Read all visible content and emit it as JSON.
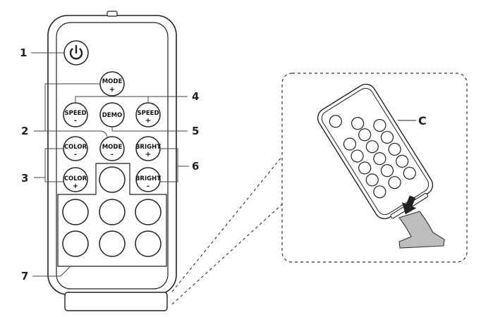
{
  "callouts": {
    "n1": "1",
    "n2": "2",
    "n3": "3",
    "n4": "4",
    "n5": "5",
    "n6": "6",
    "n7": "7",
    "c": "C"
  },
  "buttons": {
    "mode_plus": {
      "label": "MODE",
      "sign": "+"
    },
    "speed_minus": {
      "label": "SPEED",
      "sign": "-"
    },
    "demo": {
      "label": "DEMO",
      "sign": ""
    },
    "speed_plus": {
      "label": "SPEED",
      "sign": "+"
    },
    "color_minus": {
      "label": "COLOR",
      "sign": "-"
    },
    "mode_minus": {
      "label": "MODE",
      "sign": "-"
    },
    "bright_plus": {
      "label": "BRIGHT",
      "sign": "+"
    },
    "color_plus": {
      "label": "COLOR",
      "sign": "+"
    },
    "bright_minus": {
      "label": "BRIGHT",
      "sign": "-"
    }
  },
  "icons": {
    "power": "power-icon",
    "arrow": "down-arrow-icon"
  }
}
